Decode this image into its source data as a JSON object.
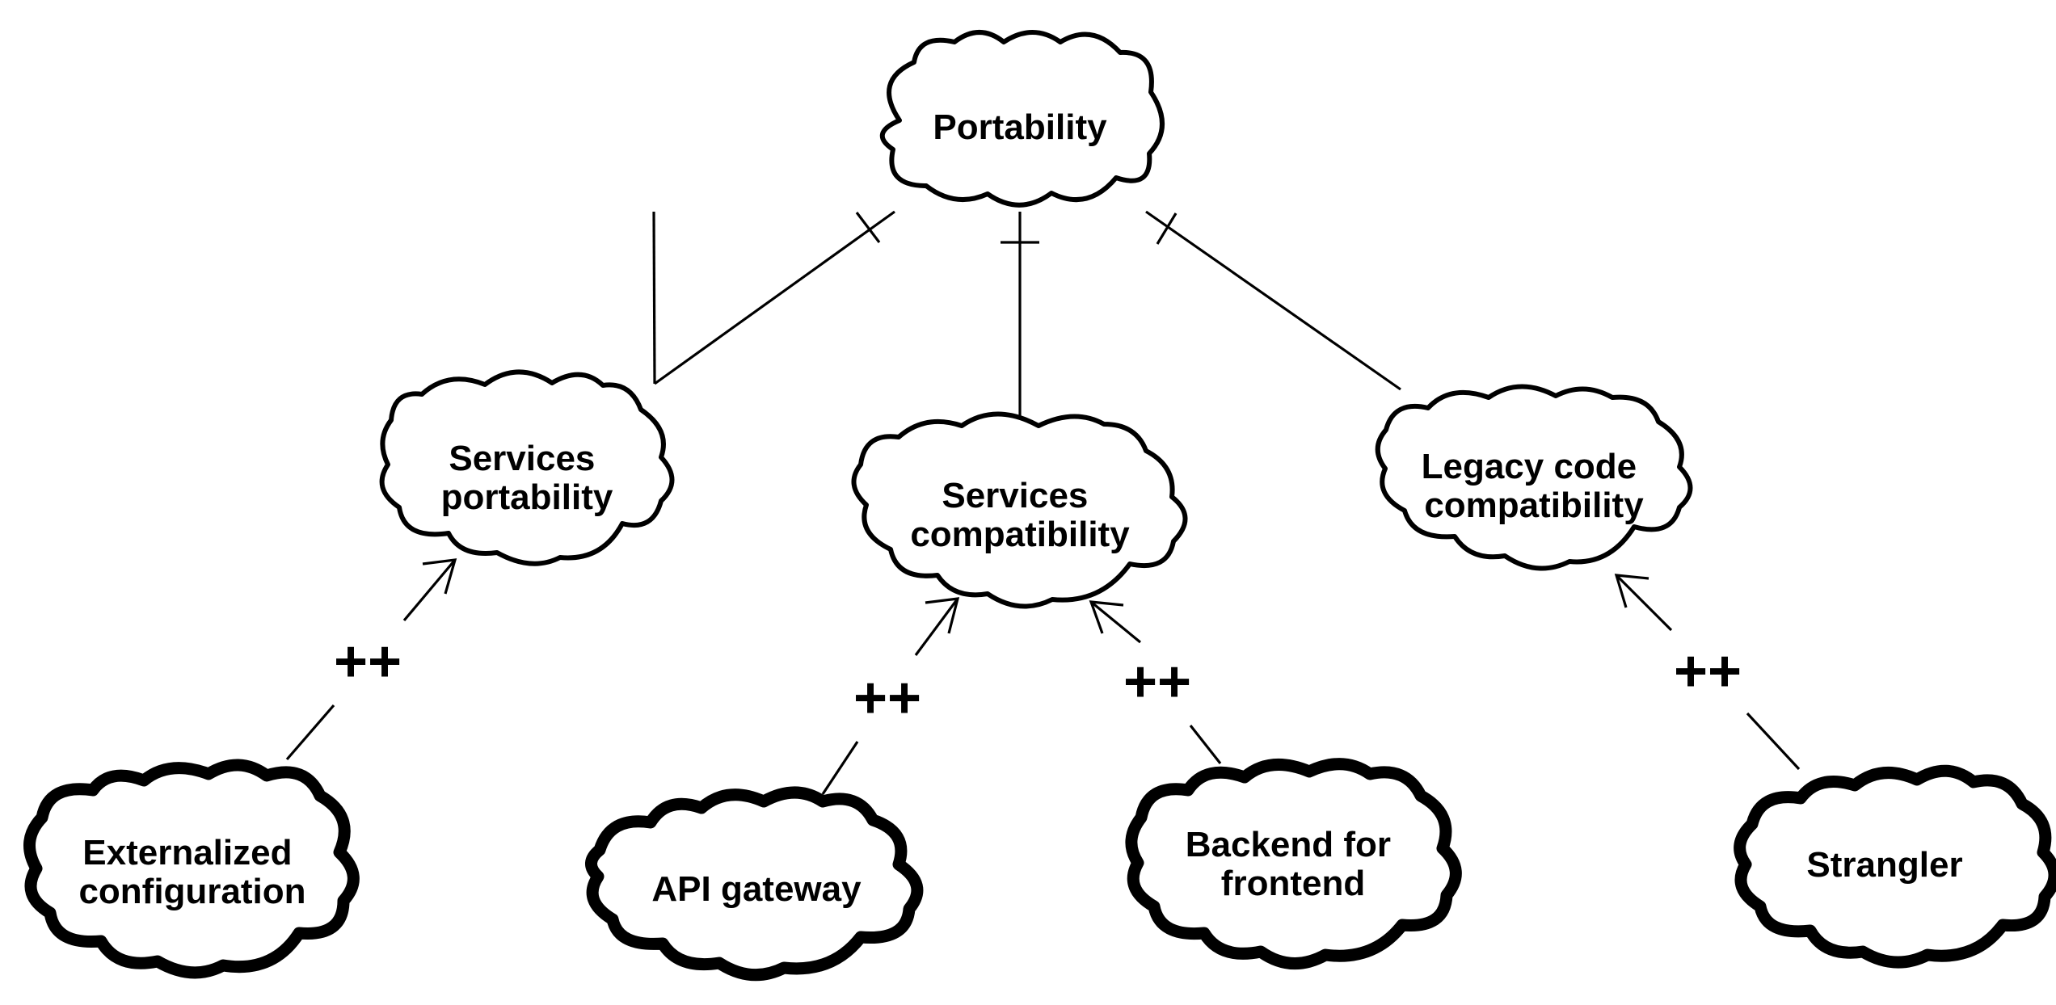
{
  "nodes": {
    "portability": {
      "label": [
        "Portability"
      ]
    },
    "services_portability": {
      "label": [
        "Services",
        "portability"
      ]
    },
    "services_compatibility": {
      "label": [
        "Services",
        "compatibility"
      ]
    },
    "legacy_code_compatibility": {
      "label": [
        "Legacy code",
        "compatibility"
      ]
    },
    "externalized_configuration": {
      "label": [
        "Externalized",
        "configuration"
      ]
    },
    "api_gateway": {
      "label": [
        "API gateway"
      ]
    },
    "backend_for_frontend": {
      "label": [
        "Backend for",
        "frontend"
      ]
    },
    "strangler": {
      "label": [
        "Strangler"
      ]
    }
  },
  "contributions": {
    "externalized_configuration": "++",
    "api_gateway": "++",
    "backend_for_frontend": "++",
    "strangler": "++"
  }
}
